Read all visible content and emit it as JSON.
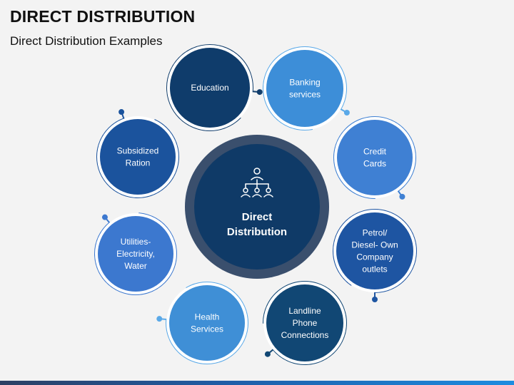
{
  "header": {
    "title": "DIRECT DISTRIBUTION",
    "subtitle": "Direct Distribution Examples"
  },
  "hub": {
    "label_line1": "Direct",
    "label_line2": "Distribution",
    "icon": "hierarchy-icon"
  },
  "items": [
    {
      "key": "education",
      "lines": [
        "Education"
      ],
      "fill": "#0f3c6b"
    },
    {
      "key": "banking-services",
      "lines": [
        "Banking",
        "services"
      ],
      "fill": "#3d8ed8"
    },
    {
      "key": "credit-cards",
      "lines": [
        "Credit",
        "Cards"
      ],
      "fill": "#3f80d3"
    },
    {
      "key": "petrol-outlets",
      "lines": [
        "Petrol/",
        "Diesel- Own",
        "Company",
        "outlets"
      ],
      "fill": "#1e55a2"
    },
    {
      "key": "landline-phone-connections",
      "lines": [
        "Landline",
        "Phone",
        "Connections"
      ],
      "fill": "#114774"
    },
    {
      "key": "health-services",
      "lines": [
        "Health",
        "Services"
      ],
      "fill": "#3f8fd6"
    },
    {
      "key": "utilities-electricity-water",
      "lines": [
        "Utilities-",
        "Electricity,",
        "Water"
      ],
      "fill": "#3c78cf"
    },
    {
      "key": "subsidized-ration",
      "lines": [
        "Subsidized",
        "Ration"
      ],
      "fill": "#1b539d"
    }
  ]
}
